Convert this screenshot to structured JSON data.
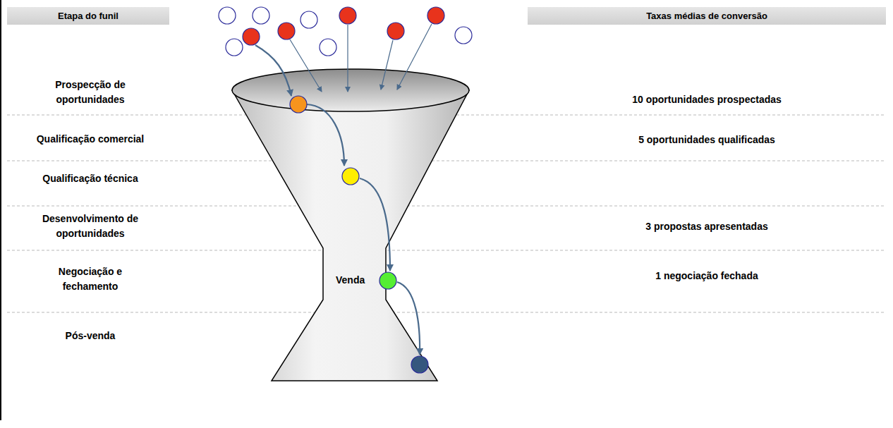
{
  "diagram": {
    "nodes": [
      {
        "text": [
          "Etapa do funil"
        ]
      },
      {
        "text": [
          "Taxas médias de conversão"
        ]
      },
      {
        "text": [
          "Venda"
        ]
      }
    ],
    "labels": [
      "Prospecção de oportunidades",
      "Qualificação comercial",
      "Qualificação técnica",
      "Desenvolvimento de oportunidades",
      "Negociação e fechamento",
      "Pós-venda",
      "10 oportunidades prospectadas",
      "5 oportunidades qualificadas",
      "3 propostas apresentadas",
      "1 negociação fechada"
    ]
  }
}
